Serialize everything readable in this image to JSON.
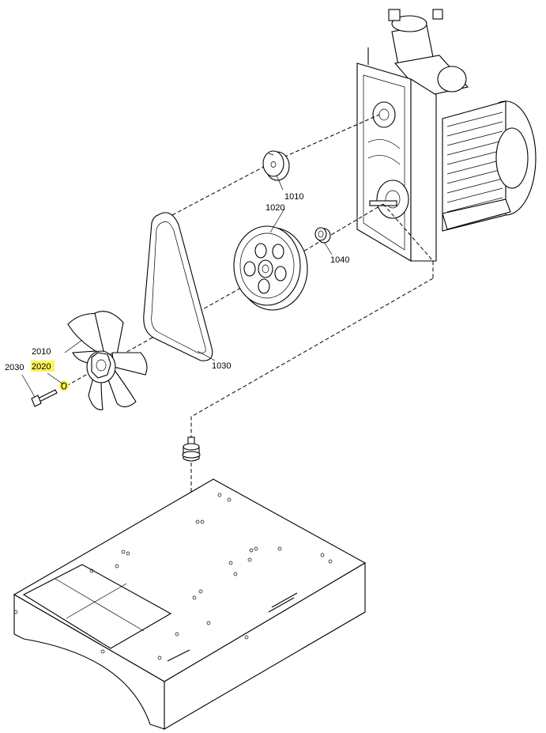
{
  "callouts": [
    {
      "id": "1010",
      "label": "1010"
    },
    {
      "id": "1020",
      "label": "1020"
    },
    {
      "id": "1030",
      "label": "1030"
    },
    {
      "id": "1040",
      "label": "1040"
    },
    {
      "id": "2010",
      "label": "2010"
    },
    {
      "id": "2020",
      "label": "2020",
      "highlighted": true
    },
    {
      "id": "2030",
      "label": "2030"
    }
  ],
  "colors": {
    "line": "#000000",
    "background": "#ffffff",
    "highlight": "#fff35c"
  }
}
